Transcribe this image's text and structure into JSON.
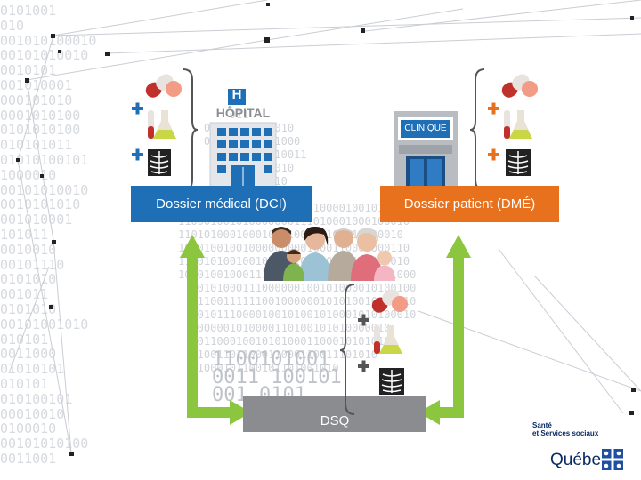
{
  "boxes": {
    "dci": "Dossier médical (DCI)",
    "dme": "Dossier patient (DMÉ)",
    "dsq": "DSQ"
  },
  "hospital": {
    "sign": "HÔPITAL",
    "letter": "H"
  },
  "clinic": {
    "sign": "CLINIQUE"
  },
  "logo": {
    "line1": "Santé",
    "line2": "et Services sociaux",
    "line3": "Québec"
  },
  "background": {
    "left_binary": "0101001\n010\n001010100010\n00101010010\n0010101\n001010001\n000101010\n0001010100\n0101010100\n010101011\n01010100101\n1000010\n00101010010\n0010101010\n001010001\n101011\n0010010\n00101110\n0101010\n001011\n0101010\n00101001010\n010101\n0011000\n01010101\n010101\n010100101\n00010010\n0100010\n00101010100\n0011001",
    "center_binary": "        011\n    01010010101010\n    001111110001000\n      10100010110011\n      001111101010\n      01011001010\n        0011101\n10101000101010110011110000100101010\n110001001010000000111010001000100010\n11010100010001000100010101010100010\n101010010010000000001000110001000110\n110010100100101010101000100100010010\n1010100100011111010101100001101001000\n   0101000111000000100101000010100100\n   1100111111001000000101010010100010\n   0101110000100101001010001010100010\n   000001010000110100101010000010\n   0110001001010100011000101010101\n   1001101100011000110011101010\n   1000101100101101001010",
    "big_binary": "1100101001\n0011 100101\n001 0101"
  }
}
